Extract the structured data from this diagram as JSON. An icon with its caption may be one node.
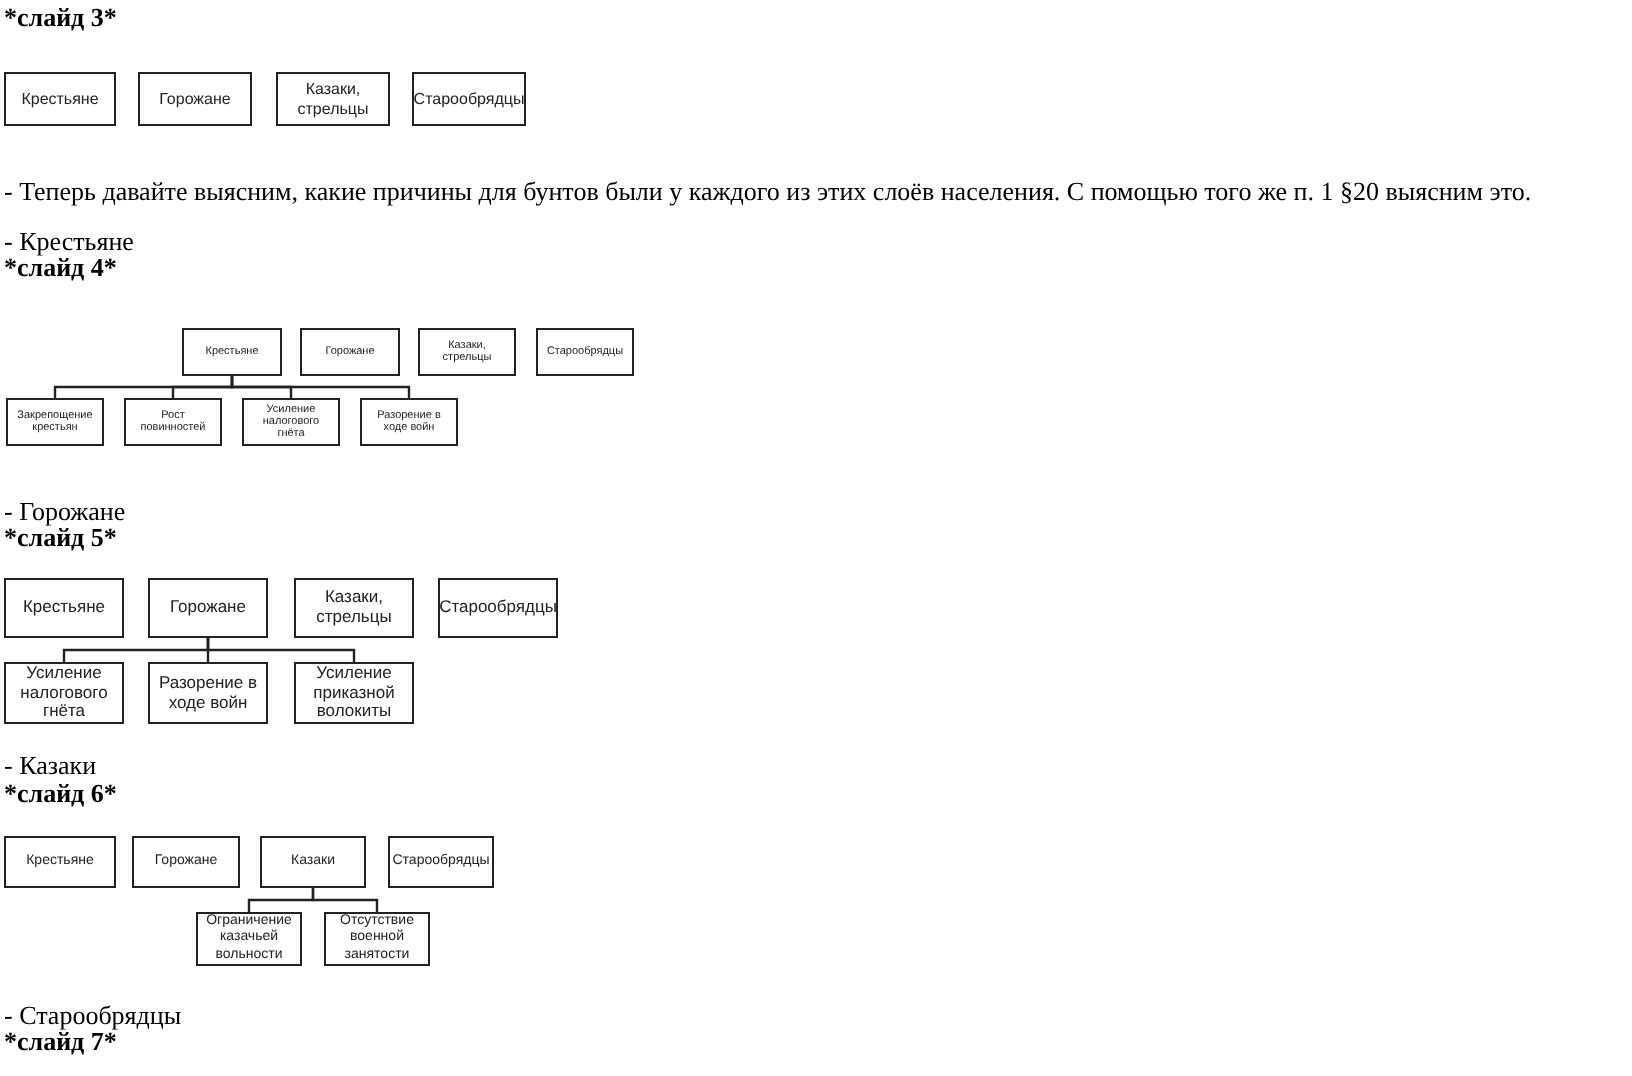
{
  "diagram": {
    "nodes": [
      {
        "text": [
          "Крестьяне"
        ]
      },
      {
        "text": [
          "Горожане"
        ]
      },
      {
        "text": [
          "Казаки, стрельцы"
        ]
      },
      {
        "text": [
          "Старообрядцы"
        ]
      },
      {
        "text": [
          "Крестьяне"
        ]
      },
      {
        "text": [
          "Горожане"
        ]
      },
      {
        "text": [
          "Казаки, стрельцы"
        ]
      },
      {
        "text": [
          "Старообрядцы"
        ]
      },
      {
        "text": [
          "Закрепощение крестьян"
        ]
      },
      {
        "text": [
          "Рост повинностей"
        ]
      },
      {
        "text": [
          "Усиление налогового гнёта"
        ]
      },
      {
        "text": [
          "Разорение в ходе войн"
        ]
      },
      {
        "text": [
          "Крестьяне"
        ]
      },
      {
        "text": [
          "Горожане"
        ]
      },
      {
        "text": [
          "Казаки, стрельцы"
        ]
      },
      {
        "text": [
          "Старообрядцы"
        ]
      },
      {
        "text": [
          "Усиление налогового гнёта"
        ]
      },
      {
        "text": [
          "Разорение в ходе войн"
        ]
      },
      {
        "text": [
          "Усиление приказной волокиты"
        ]
      },
      {
        "text": [
          "Крестьяне"
        ]
      },
      {
        "text": [
          "Горожане"
        ]
      },
      {
        "text": [
          "Казаки"
        ]
      },
      {
        "text": [
          "Старообрядцы"
        ]
      },
      {
        "text": [
          "Ограничение казачьей вольности"
        ]
      },
      {
        "text": [
          "Отсутствие военной занятости"
        ]
      }
    ],
    "edges": [
      {
        "from": 4,
        "to": 8,
        "arrow": "none"
      },
      {
        "from": 4,
        "to": 9,
        "arrow": "none"
      },
      {
        "from": 4,
        "to": 10,
        "arrow": "none"
      },
      {
        "from": 4,
        "to": 11,
        "arrow": "none"
      },
      {
        "from": 13,
        "to": 16,
        "arrow": "none"
      },
      {
        "from": 13,
        "to": 17,
        "arrow": "none"
      },
      {
        "from": 13,
        "to": 18,
        "arrow": "none"
      },
      {
        "from": 21,
        "to": 23,
        "arrow": "none"
      },
      {
        "from": 21,
        "to": 24,
        "arrow": "none"
      }
    ],
    "labels": [
      "*слайд 3*",
      "- Теперь давайте выясним, какие причины для бунтов были у каждого из этих слоёв населения. С помощью того же п. 1 §20 выясним это.",
      "- Крестьяне",
      "*слайд 4*",
      "- Горожане",
      "*слайд 5*",
      "- Казаки",
      "*слайд 6*",
      "- Старообрядцы",
      "*слайд 7*"
    ]
  }
}
